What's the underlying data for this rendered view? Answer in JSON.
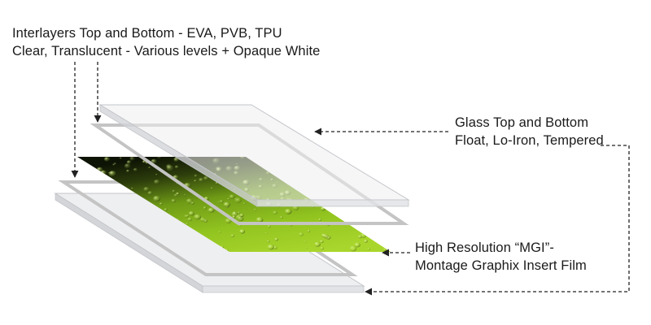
{
  "labels": {
    "interlayers": {
      "line1": "Interlayers Top and Bottom - EVA, PVB, TPU",
      "line2": "Clear, Translucent - Various levels + Opaque White"
    },
    "glass": {
      "line1": "Glass Top and Bottom",
      "line2": "Float, Lo-Iron, Tempered"
    },
    "mgi": {
      "line1": "High Resolution “MGI”-",
      "line2": "Montage Graphix Insert Film"
    }
  },
  "colors": {
    "glass_face": "#eeeff1",
    "glass_edge": "#c9cbcf",
    "interlayer": "#c6c6c6",
    "film_light": "#a6d42a",
    "film_dark": "#121806",
    "leader": "#222222"
  }
}
